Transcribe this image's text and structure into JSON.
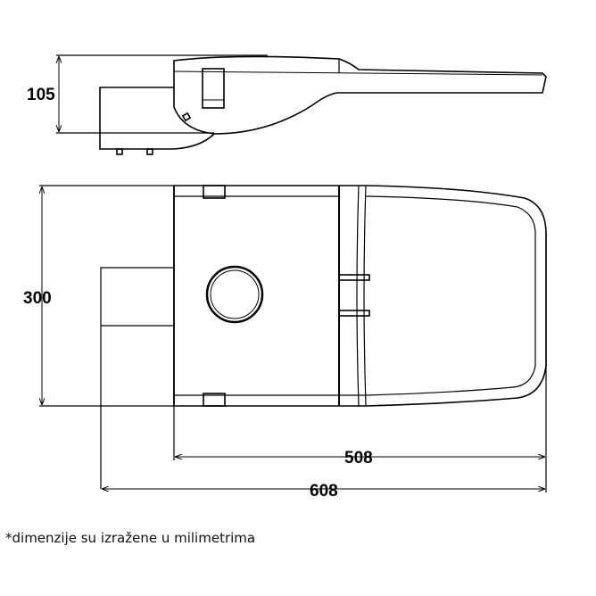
{
  "drawing": {
    "side_view": {
      "height_dimension": "105"
    },
    "top_view": {
      "width_dimension": "300",
      "body_length_dimension": "508",
      "total_length_dimension": "608"
    }
  },
  "footnote": "*dimenzije su izražene u milimetrima",
  "colors": {
    "line": "#000000",
    "background": "#ffffff"
  }
}
